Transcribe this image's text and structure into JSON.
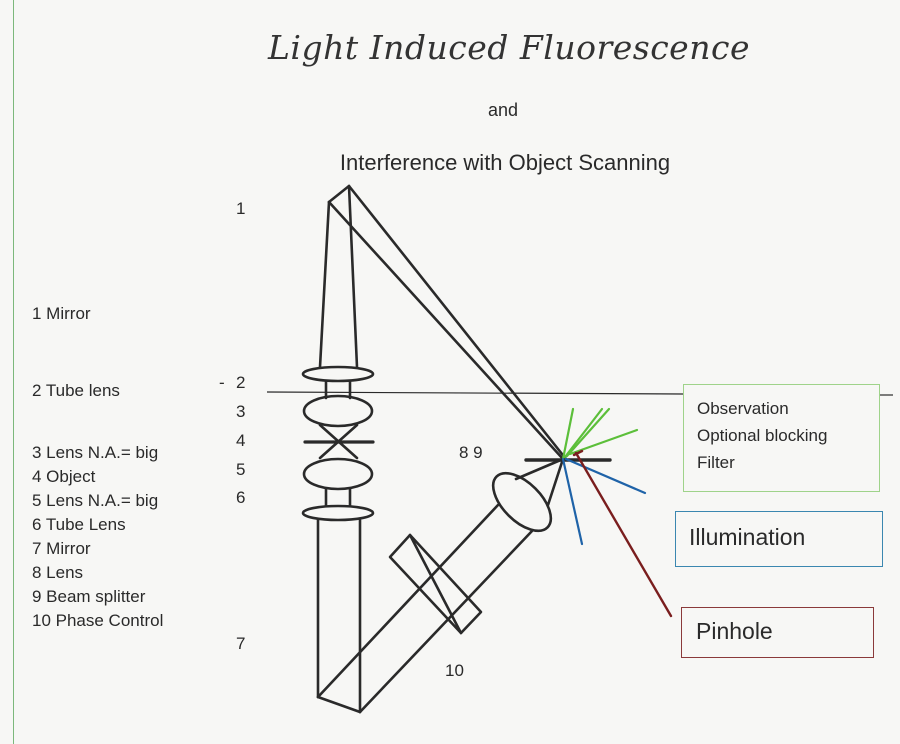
{
  "title": "Light Induced Fluorescence",
  "subtitle_connector": "and",
  "subtitle": "Interference with Object Scanning",
  "legend": [
    "1 Mirror",
    "2 Tube lens",
    "3 Lens N.A.= big",
    "4 Object",
    "5 Lens N.A.= big",
    "6 Tube Lens",
    "7 Mirror",
    "8 Lens",
    "9 Beam splitter",
    "10 Phase Control"
  ],
  "diagram_numbers": {
    "n1": "1",
    "n2": "2",
    "n2_dash": "-",
    "n3": "3",
    "n4": "4",
    "n5": "5",
    "n6": "6",
    "n7": "7",
    "n89": "8 9",
    "n10": "10"
  },
  "boxes": {
    "observation": [
      "Observation",
      "Optional blocking",
      "Filter"
    ],
    "illumination": "Illumination",
    "pinhole": "Pinhole"
  },
  "colors": {
    "observation": "#5cbf3a",
    "illumination": "#1f63a8",
    "pinhole": "#7a1e1e",
    "border": "#7cb87c"
  }
}
